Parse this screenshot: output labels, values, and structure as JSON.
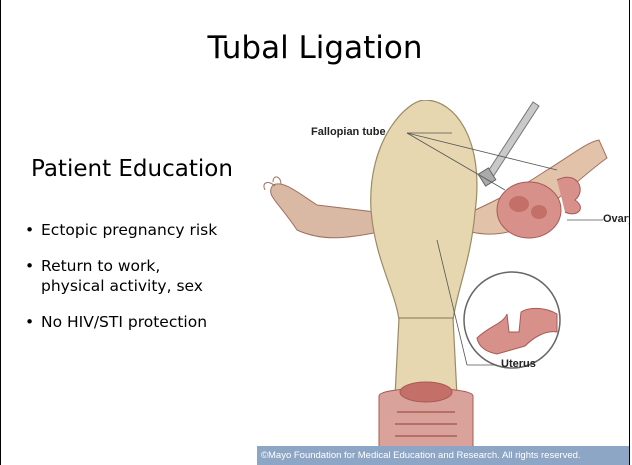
{
  "slide": {
    "title": "Tubal Ligation",
    "subheading": "Patient Education",
    "bullets": [
      {
        "lines": [
          "Ectopic pregnancy risk"
        ]
      },
      {
        "lines": [
          "Return to work,",
          "physical activity, sex"
        ]
      },
      {
        "lines": [
          "No HIV/STI protection"
        ]
      }
    ]
  },
  "figure": {
    "labels": {
      "fallopian_tube": "Fallopian tube",
      "ovary": "Ovary",
      "uterus": "Uterus"
    },
    "copyright": "©Mayo Foundation for Medical Education and Research.  All rights reserved.",
    "colors": {
      "uterus_fill": "#e6d7b1",
      "tissue_pink": "#d8908a",
      "tissue_dark": "#a85a55",
      "instrument": "#c9c9c9",
      "copyright_bar": "#8ea6c6"
    }
  }
}
